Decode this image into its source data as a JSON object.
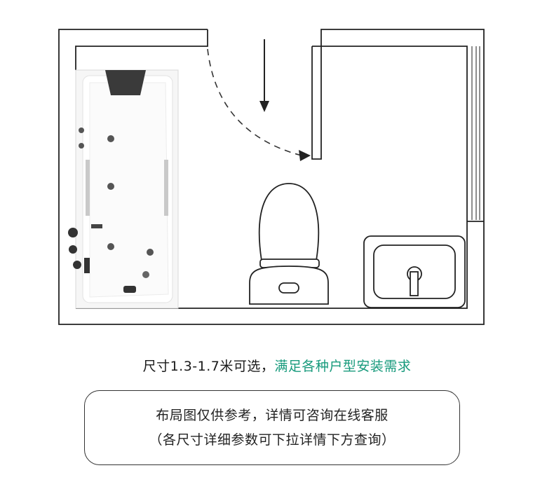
{
  "caption": {
    "main": "尺寸1.3-1.7米可选，",
    "accent": "满足各种户型安装需求",
    "accent_color": "#179a7c"
  },
  "note": {
    "line1": "布局图仅供参考，详情可咨询在线客服",
    "line2": "（各尺寸详细参数可下拉详情下方查询）"
  },
  "plan": {
    "wall_color": "#222222",
    "fixtures": [
      "bathtub",
      "toilet",
      "washbasin",
      "door",
      "glass-partition"
    ]
  }
}
